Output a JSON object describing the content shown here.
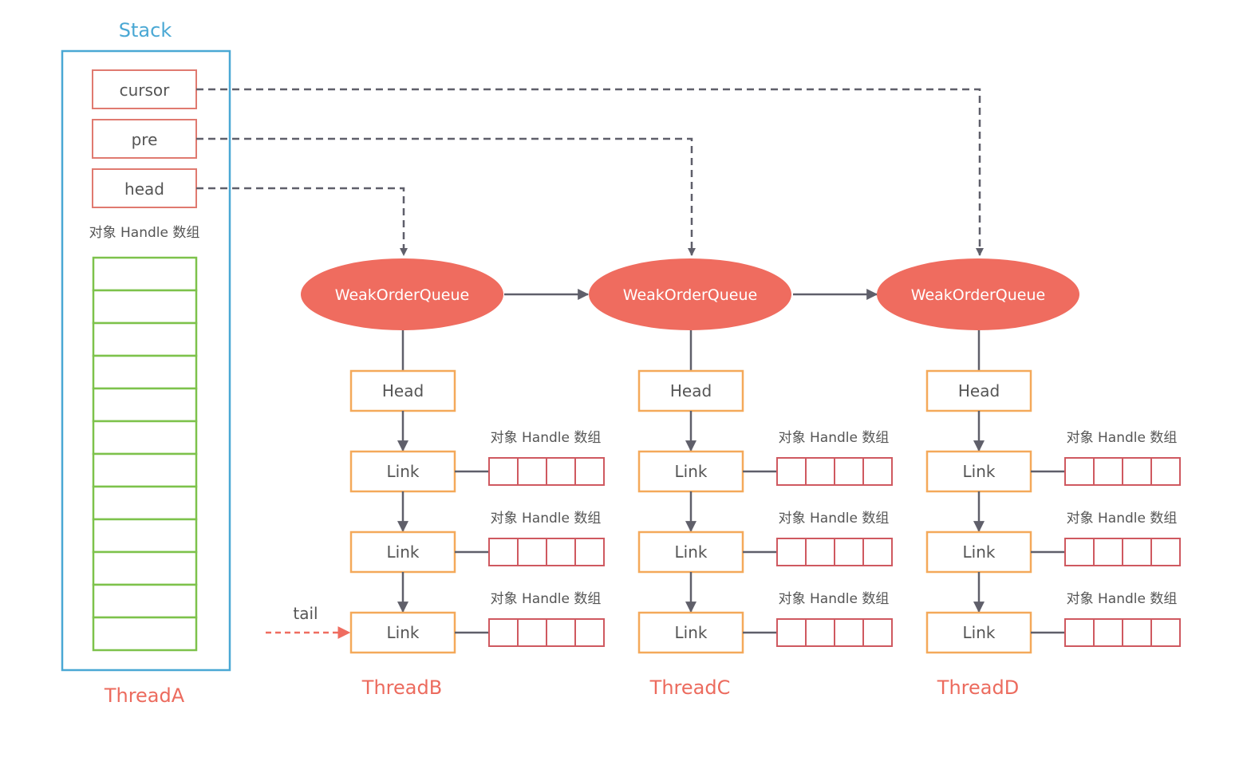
{
  "stack": {
    "title": "Stack",
    "fields": [
      "cursor",
      "pre",
      "head"
    ],
    "array_label": "对象 Handle 数组",
    "array_slots": 12,
    "thread": "ThreadA"
  },
  "tail_label": "tail",
  "queues": [
    {
      "label": "WeakOrderQueue",
      "head": "Head",
      "links": [
        {
          "label": "Link",
          "array_label": "对象 Handle 数组",
          "slots": 4
        },
        {
          "label": "Link",
          "array_label": "对象 Handle 数组",
          "slots": 4
        },
        {
          "label": "Link",
          "array_label": "对象 Handle 数组",
          "slots": 4
        }
      ],
      "thread": "ThreadB"
    },
    {
      "label": "WeakOrderQueue",
      "head": "Head",
      "links": [
        {
          "label": "Link",
          "array_label": "对象 Handle 数组",
          "slots": 4
        },
        {
          "label": "Link",
          "array_label": "对象 Handle 数组",
          "slots": 4
        },
        {
          "label": "Link",
          "array_label": "对象 Handle 数组",
          "slots": 4
        }
      ],
      "thread": "ThreadC"
    },
    {
      "label": "WeakOrderQueue",
      "head": "Head",
      "links": [
        {
          "label": "Link",
          "array_label": "对象 Handle 数组",
          "slots": 4
        },
        {
          "label": "Link",
          "array_label": "对象 Handle 数组",
          "slots": 4
        },
        {
          "label": "Link",
          "array_label": "对象 Handle 数组",
          "slots": 4
        }
      ],
      "thread": "ThreadD"
    }
  ],
  "colors": {
    "stack_border": "#4aa8d4",
    "stack_title": "#4aa8d4",
    "field_border": "#e07a70",
    "thread_label": "#ec6b5e",
    "ellipse_fill": "#ef6c5f",
    "node_border": "#f4a95a",
    "array_border": "#cf5960",
    "slot_border": "#7dc24b",
    "connector": "#5f5f6a",
    "tail_arrow": "#ef6c5f",
    "text": "#555555"
  }
}
